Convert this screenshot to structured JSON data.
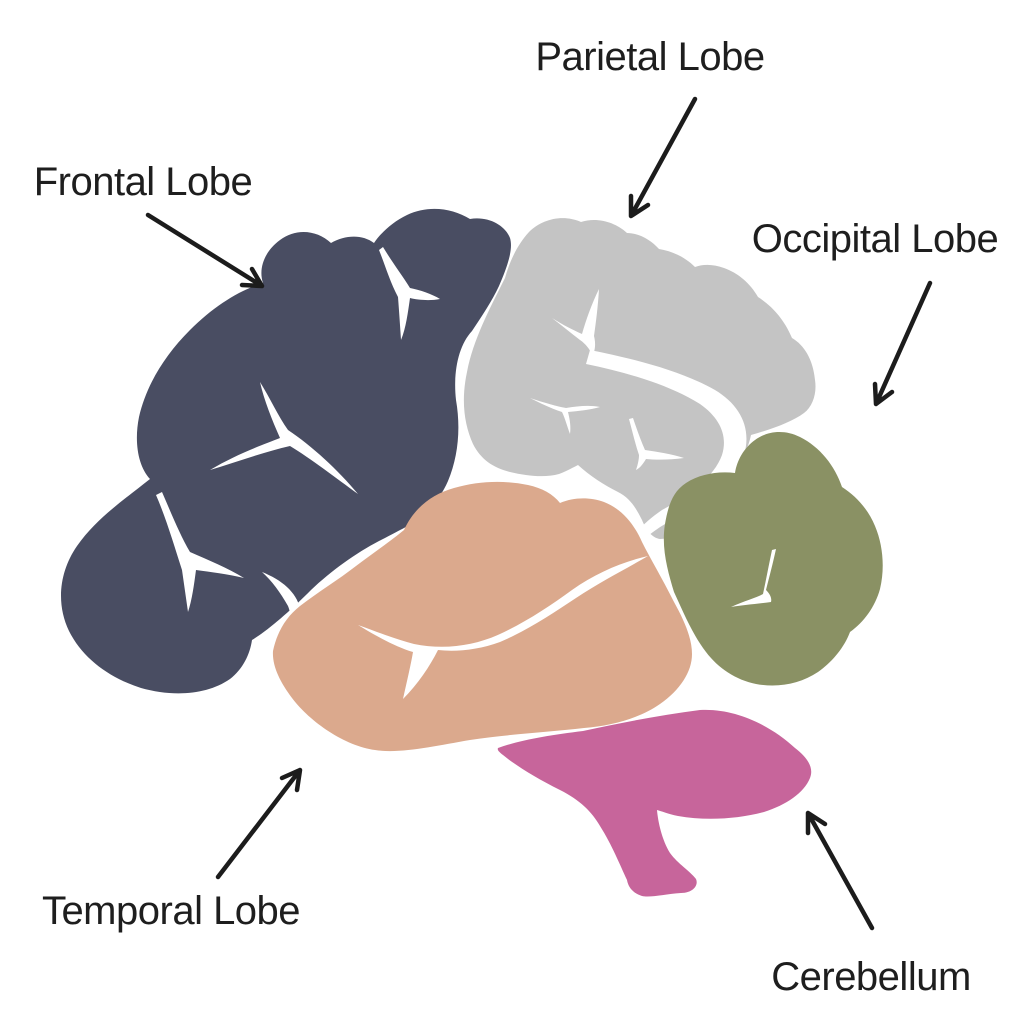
{
  "diagram": {
    "background": "#ffffff",
    "text_color": "#1e1e1e",
    "arrow_color": "#1c1c1c"
  },
  "regions": {
    "frontal": {
      "label": "Frontal Lobe",
      "color": "#494d62"
    },
    "parietal": {
      "label": "Parietal Lobe",
      "color": "#c4c4c4"
    },
    "occipital": {
      "label": "Occipital Lobe",
      "color": "#8a9164"
    },
    "temporal": {
      "label": "Temporal Lobe",
      "color": "#dba98d"
    },
    "cerebellum": {
      "label": "Cerebellum",
      "color": "#c7659b"
    }
  }
}
